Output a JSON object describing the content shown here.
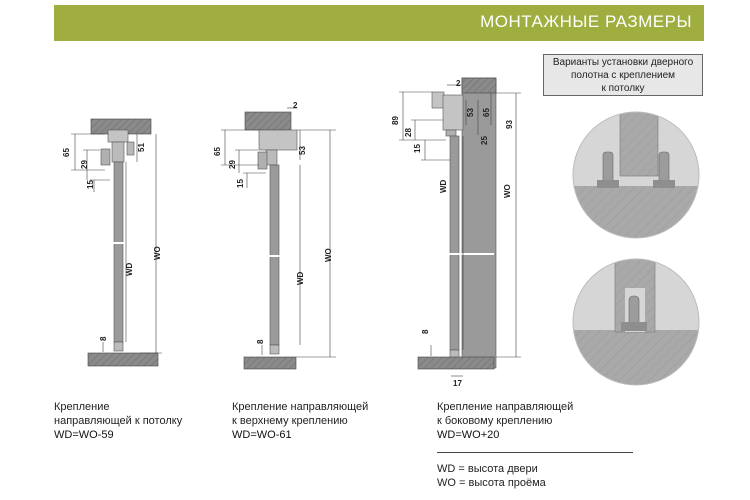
{
  "header": {
    "title": "МОНТАЖНЫЕ РАЗМЕРЫ"
  },
  "variants_box": {
    "line1": "Варианты установки дверного",
    "line2": "полотна с креплением",
    "line3": "к потолку"
  },
  "figures": [
    {
      "caption_line1": "Крепление",
      "caption_line2": "направляющей к потолку",
      "formula": "WD=WO-59",
      "dims": {
        "a": "65",
        "b": "29",
        "c": "15",
        "d": "51",
        "wd": "WD",
        "wo": "WO",
        "e": "8"
      }
    },
    {
      "caption_line1": "Крепление направляющей",
      "caption_line2": "к верхнему креплению",
      "formula": "WD=WO-61",
      "dims": {
        "top": "2",
        "a": "65",
        "b": "29",
        "c": "15",
        "d": "53",
        "wd": "WD",
        "wo": "WO",
        "e": "8"
      }
    },
    {
      "caption_line1": "Крепление направляющей",
      "caption_line2": "к боковому креплению",
      "formula": "WD=WO+20",
      "dims": {
        "top": "2",
        "a": "89",
        "b": "28",
        "c": "15",
        "d": "53",
        "f": "65",
        "g": "93",
        "h": "25",
        "wd": "WD",
        "wo": "WO",
        "e": "8",
        "bottom": "17"
      }
    }
  ],
  "legend": {
    "line1": "WD = высота двери",
    "line2": "WO = высота проёма"
  },
  "colors": {
    "accent": "#9fae3e",
    "panel": "#9a9a9a",
    "panel_dark": "#7d7d7d",
    "circle_bg": "#d6d6d6"
  }
}
